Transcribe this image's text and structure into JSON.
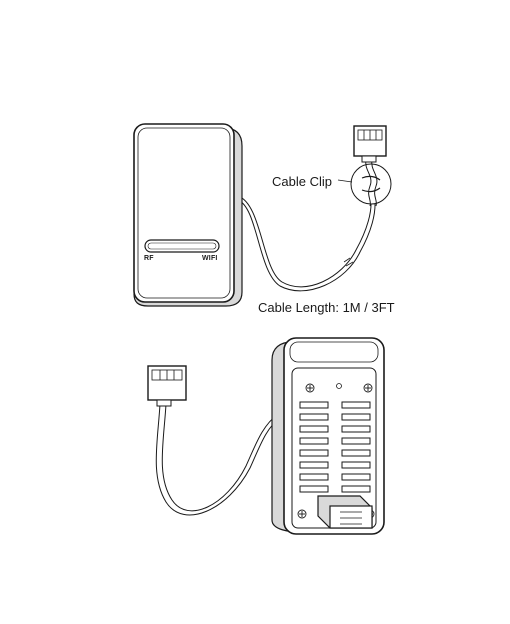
{
  "callouts": {
    "cable_clip": "Cable Clip",
    "cable_length": "Cable Length: 1M / 3FT"
  },
  "front_unit": {
    "left_indicator": "RF",
    "right_indicator": "WIFI"
  },
  "colors": {
    "line": "#1a1a1a",
    "fill": "#ffffff",
    "shadow": "#d9d9d9"
  }
}
